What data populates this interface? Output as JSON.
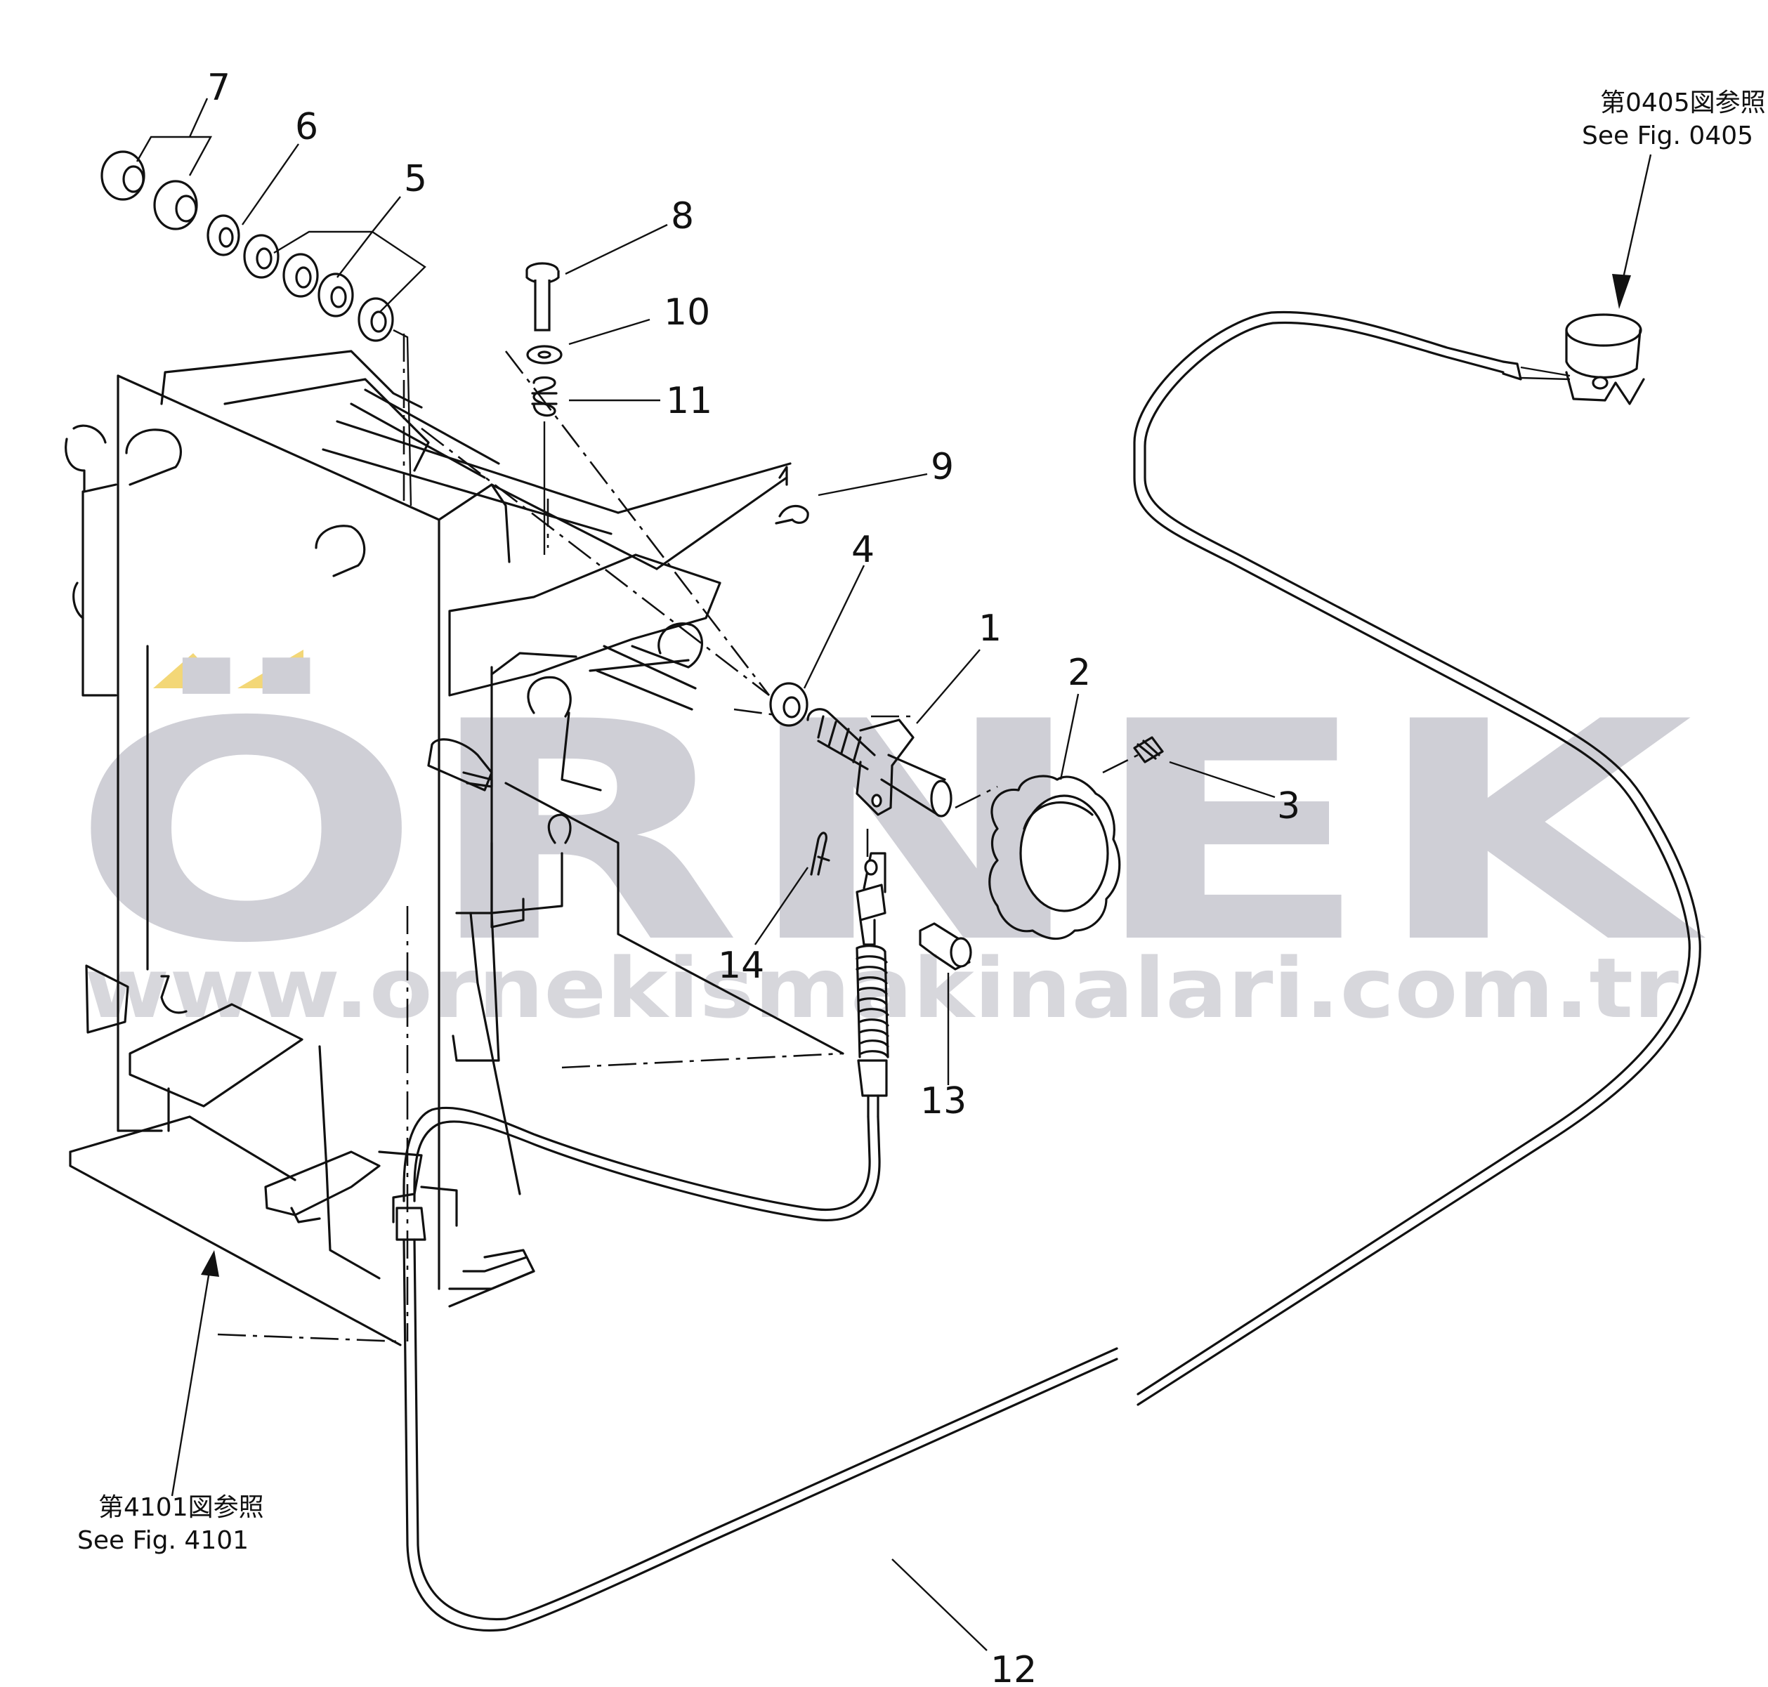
{
  "watermark": {
    "brand": "ÖRNEK",
    "url": "www.ornekismakinalari.com.tr",
    "accent_color": "#f3d777",
    "text_color": "#cfcfd6"
  },
  "callouts": [
    "1",
    "2",
    "3",
    "4",
    "5",
    "6",
    "7",
    "8",
    "9",
    "10",
    "11",
    "12",
    "13",
    "14"
  ],
  "references": {
    "top_right": {
      "jp": "第0405図参照",
      "en": "See Fig. 0405"
    },
    "bottom_left": {
      "jp": "第4101図参照",
      "en": "See Fig. 4101"
    }
  }
}
